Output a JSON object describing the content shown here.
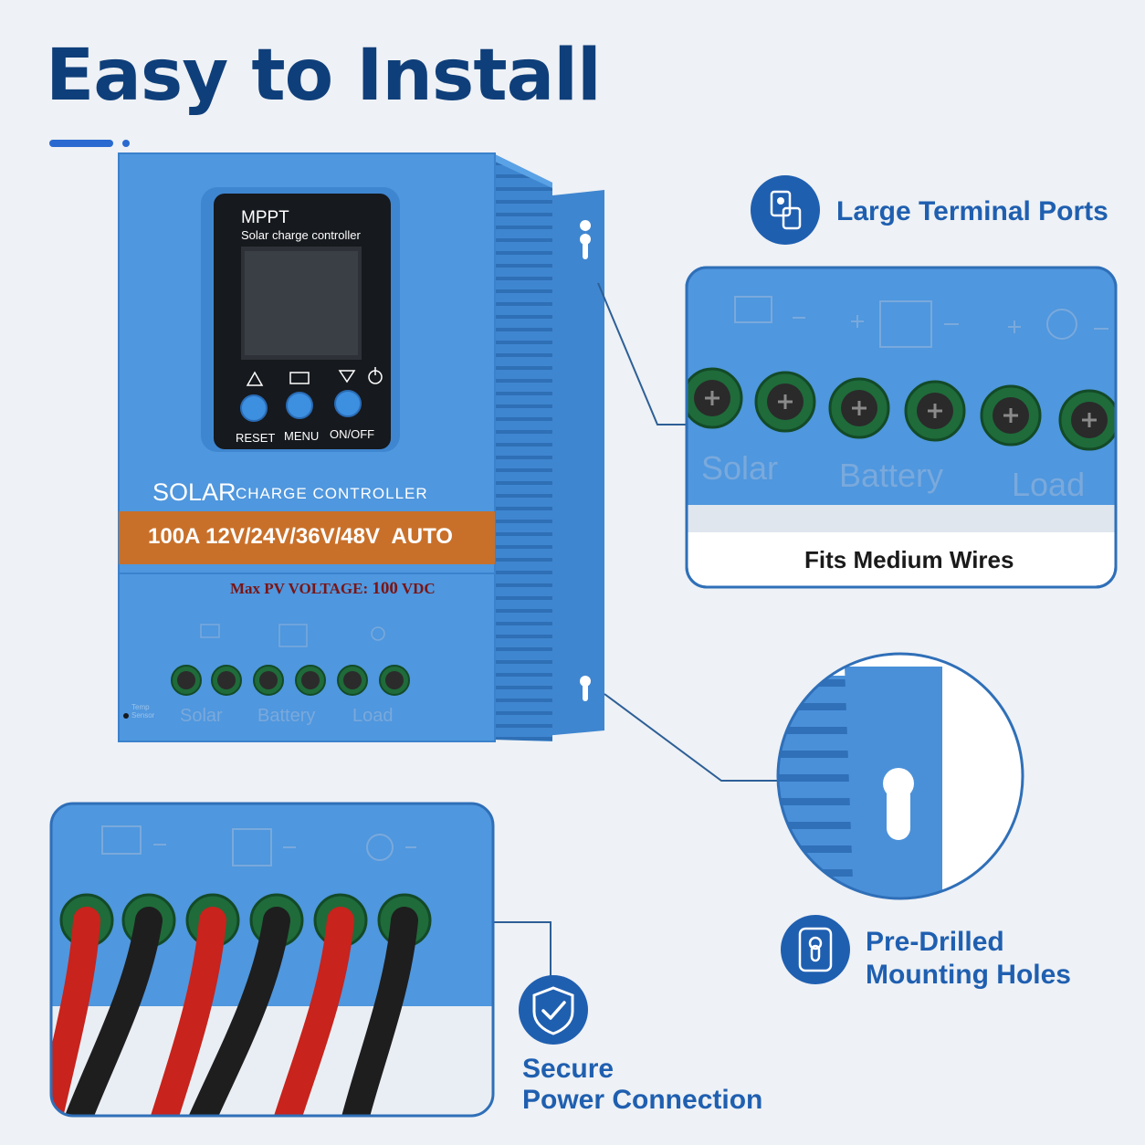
{
  "title": "Easy to Install",
  "features": {
    "terminal_ports": "Large Terminal Ports",
    "mounting_line1": "Pre-Drilled",
    "mounting_line2": "Mounting Holes",
    "secure_line1": "Secure",
    "secure_line2": "Power Connection"
  },
  "callouts": {
    "fits_wires": "Fits Medium Wires"
  },
  "device": {
    "screen_title": "MPPT",
    "screen_subtitle": "Solar charge controller",
    "buttons": [
      "RESET",
      "MENU",
      "ON/OFF"
    ],
    "label_solar": "SOLAR",
    "label_charge_controller": "CHARGE CONTROLLER",
    "spec_band": "100A 12V/24V/36V/48V  AUTO",
    "max_pv_prefix": "Max PV  VOLTAGE:",
    "max_pv_value": "100",
    "max_pv_unit": "VDC",
    "temp_sensor": "Temp Sensor",
    "terminal_labels": [
      "Solar",
      "Battery",
      "Load"
    ]
  },
  "icons": {
    "terminal": "terminal-port-icon",
    "mounting": "mounting-hole-icon",
    "secure": "shield-check-icon"
  },
  "colors": {
    "title": "#0f3f7a",
    "accent": "#1f5fb0",
    "device_body": "#4f97de",
    "band": "#c8702a",
    "background": "#eef1f5"
  }
}
